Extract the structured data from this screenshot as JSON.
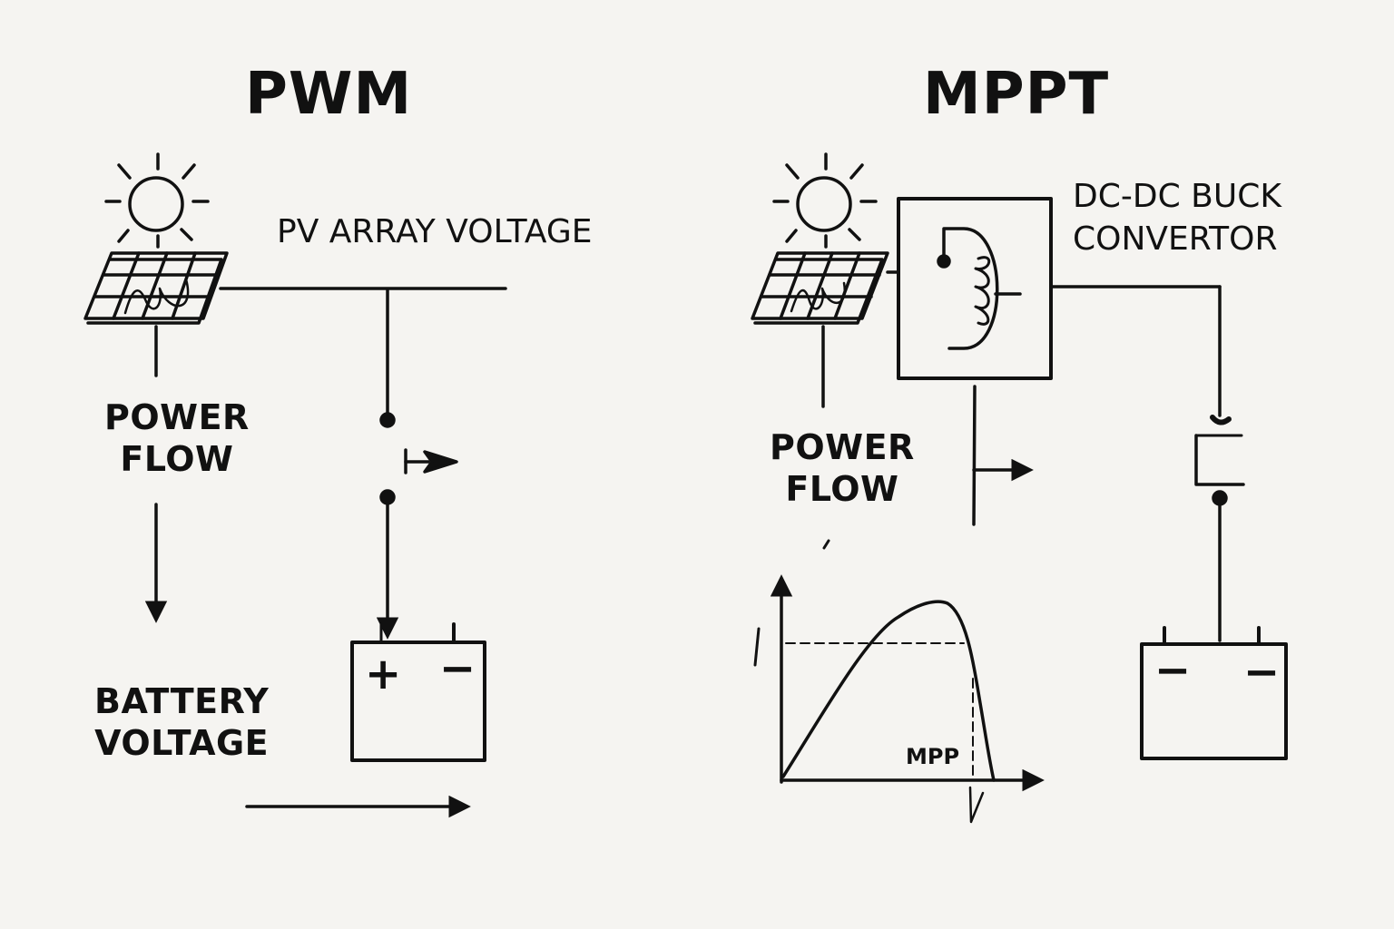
{
  "pwm": {
    "title": "PWM",
    "pv_array_voltage_label": "PV ARRAY VOLTAGE",
    "power_flow_label": "POWER\nFLOW",
    "battery_voltage_label": "BATTERY\nVOLTAGE",
    "battery_plus": "+",
    "battery_minus": "−"
  },
  "mppt": {
    "title": "MPPT",
    "converter_label": "DC-DC BUCK\nCONVERTOR",
    "power_flow_label": "POWER\nFLOW",
    "curve_point_label": "MPP",
    "battery_left_sign": "−",
    "battery_right_sign": "−"
  },
  "colors": {
    "ink": "#111111",
    "background": "#f5f4f1"
  },
  "icons": [
    "sun-icon",
    "solar-panel-icon",
    "battery-icon",
    "switch-icon",
    "inductor-icon"
  ]
}
